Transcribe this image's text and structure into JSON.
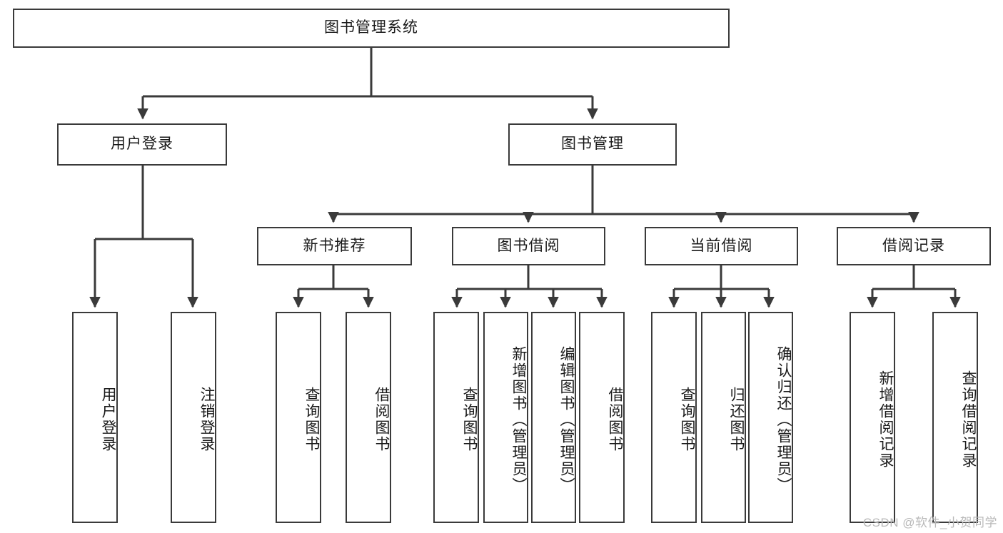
{
  "diagram": {
    "title": "图书管理系统",
    "type": "hierarchy-tree",
    "watermark": "CSDN @软件_小贺同学",
    "colors": {
      "box_border": "#3a3a3a",
      "box_fill": "#ffffff",
      "edge": "#3a3a3a",
      "text": "#1a1a1a",
      "watermark": "#b9b9b9"
    },
    "levels": {
      "root": {
        "label": "图书管理系统"
      },
      "level2": [
        {
          "label": "用户登录"
        },
        {
          "label": "图书管理"
        }
      ],
      "level3": [
        {
          "label": "新书推荐"
        },
        {
          "label": "图书借阅"
        },
        {
          "label": "当前借阅"
        },
        {
          "label": "借阅记录"
        }
      ],
      "leaves": {
        "user_login": [
          {
            "label": "用户登录"
          },
          {
            "label": "注销登录"
          }
        ],
        "new_book_recommend": [
          {
            "label": "查询图书"
          },
          {
            "label": "借阅图书"
          }
        ],
        "book_borrow": [
          {
            "label": "查询图书"
          },
          {
            "label": "新增图书（管理员）"
          },
          {
            "label": "编辑图书（管理员）"
          },
          {
            "label": "借阅图书"
          }
        ],
        "current_borrow": [
          {
            "label": "查询图书"
          },
          {
            "label": "归还图书"
          },
          {
            "label": "确认归还（管理员）"
          }
        ],
        "borrow_record": [
          {
            "label": "新增借阅记录"
          },
          {
            "label": "查询借阅记录"
          }
        ]
      }
    }
  }
}
